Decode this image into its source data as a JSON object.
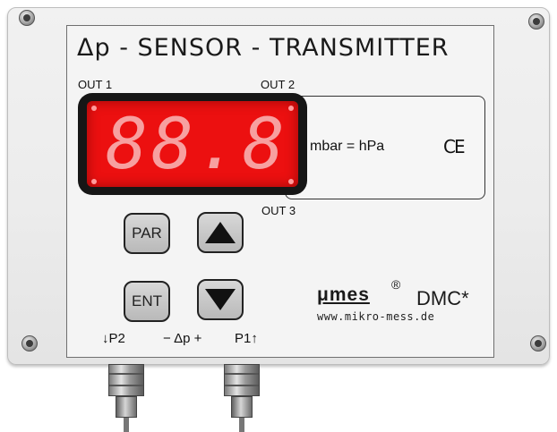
{
  "device": {
    "title": "Δp - SENSOR - TRANSMITTER",
    "outputs": {
      "out1": "OUT 1",
      "out2": "OUT 2",
      "out3": "OUT 3"
    },
    "display": {
      "readout": "88.8",
      "unit": "mbar = hPa",
      "color": "#ec1010"
    },
    "certification": "CE",
    "buttons": {
      "par_label": "PAR",
      "ent_label": "ENT",
      "up_icon": "arrow-up-icon",
      "down_icon": "arrow-down-icon"
    },
    "brand": {
      "logo": "μmes",
      "registered": "®",
      "model": "DMC*",
      "url": "www.mikro-mess.de"
    },
    "ports": {
      "p2": "↓P2",
      "dp": "− Δp +",
      "p1": "P1↑"
    }
  }
}
